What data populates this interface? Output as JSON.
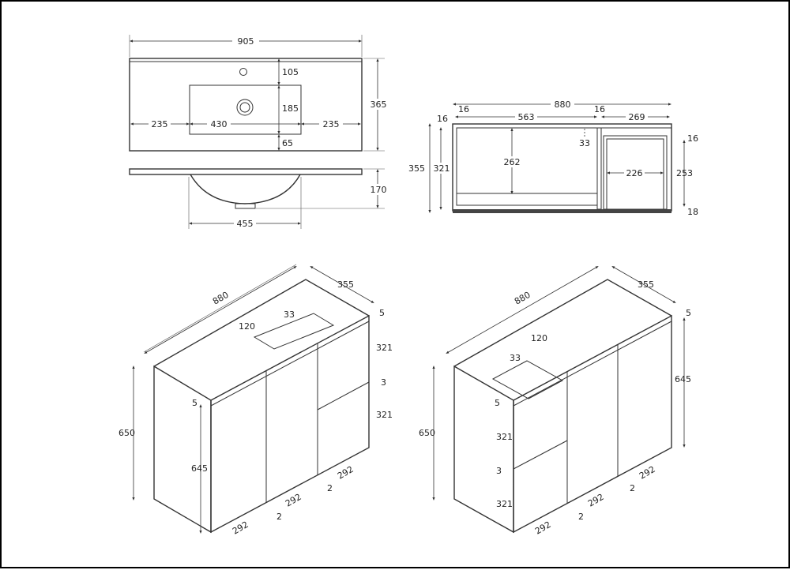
{
  "basin_plan": {
    "width": "905",
    "depth": "365",
    "tap_offset": "105",
    "bowl_depth": "185",
    "front_offset": "65",
    "left_margin": "235",
    "bowl_width": "430",
    "right_margin": "235"
  },
  "basin_side": {
    "height": "170",
    "bowl_width": "455"
  },
  "cabinet_front": {
    "width": "880",
    "left_panel": "16",
    "left_opening": "563",
    "divider": "16",
    "right_opening": "269",
    "top_panel": "16",
    "height": "355",
    "inner_height": "321",
    "opening_height": "262",
    "cutout": "33",
    "drawer_top": "16",
    "drawer_width": "226",
    "drawer_height": "253",
    "kick": "18"
  },
  "iso_left": {
    "width": "880",
    "depth": "355",
    "height": "650",
    "door_height": "645",
    "top_gap": "5",
    "cutout_depth": "120",
    "cutout_width": "33",
    "drawer1": "321",
    "gap": "3",
    "drawer2": "321",
    "door1": "292",
    "door2": "292",
    "door3": "292",
    "gap1": "2",
    "gap2": "2",
    "top_gap2": "5"
  },
  "iso_right": {
    "width": "880",
    "depth": "355",
    "height": "650",
    "door_height": "645",
    "top_gap": "5",
    "cutout_depth": "120",
    "cutout_width": "33",
    "drawer1": "321",
    "gap": "3",
    "drawer2": "321",
    "door1": "292",
    "door2": "292",
    "door3": "292",
    "gap1": "2",
    "gap2": "2",
    "top_gap2": "5"
  }
}
